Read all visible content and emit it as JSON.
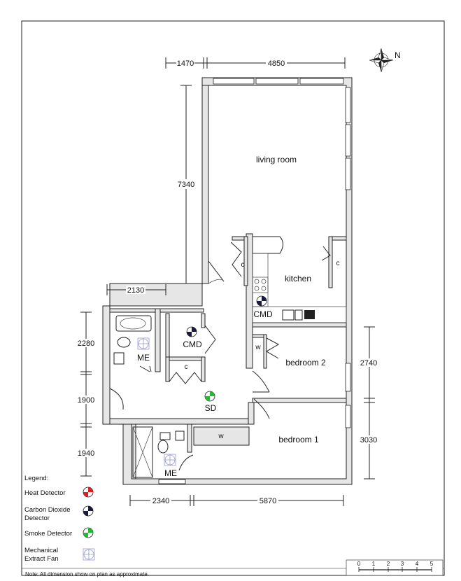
{
  "compass": {
    "label": "N",
    "icon": "compass-rose-icon"
  },
  "dimensions": {
    "top_left": "1470",
    "top_right": "4850",
    "left_living": "7340",
    "left_mid": "2130",
    "left_2280": "2280",
    "left_1900": "1900",
    "left_1940": "1940",
    "right_2740": "2740",
    "right_3030": "3030",
    "bottom_left": "2340",
    "bottom_right": "5870"
  },
  "rooms": {
    "living_room": "living room",
    "kitchen": "kitchen",
    "bedroom_2": "bedroom 2",
    "bedroom_1": "bedroom 1"
  },
  "cupboards": {
    "c_living": "c",
    "c_kitchen_right": "c",
    "c_hall": "c",
    "w_bedroom2": "w",
    "w_bedroom1": "w"
  },
  "devices": {
    "cmd_kitchen": "CMD",
    "cmd_hall": "CMD",
    "sd_hall": "SD",
    "me_bath": "ME",
    "me_ensuite": "ME"
  },
  "legend": {
    "title": "Legend:",
    "items": [
      {
        "label": "Heat Detector",
        "icon": "heat-detector-icon",
        "color": "#e02020"
      },
      {
        "label_line1": "Carbon Dioxide",
        "label_line2": "Detector",
        "icon": "co-detector-icon",
        "color": "#1a1a40"
      },
      {
        "label": "Smoke Detector",
        "icon": "smoke-detector-icon",
        "color": "#22bb33"
      },
      {
        "label_line1": "Mechanical",
        "label_line2": "Extract Fan",
        "icon": "extract-fan-icon",
        "color": "#9999cc"
      }
    ]
  },
  "note": "Note: All dimension show on plan as approximate.",
  "scale_bar": {
    "ticks": [
      "0",
      "1",
      "2",
      "3",
      "4",
      "5"
    ]
  }
}
